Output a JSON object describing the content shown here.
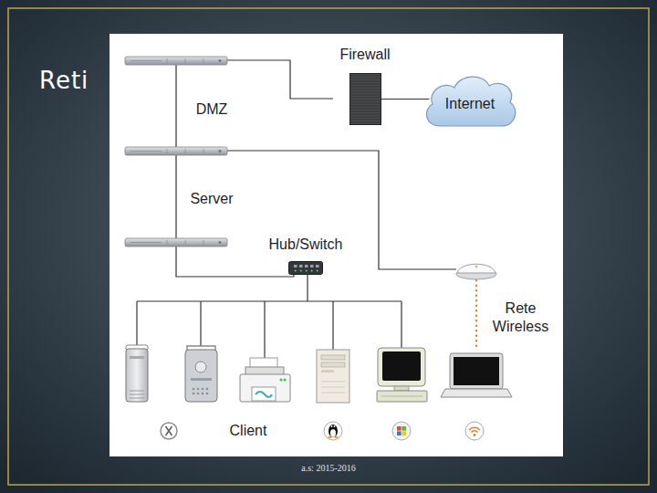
{
  "diagram": {
    "title": "Reti",
    "caption": "a.s: 2015-2016",
    "nodes": [
      {
        "text": [
          "Firewall"
        ]
      },
      {
        "text": [
          "Internet"
        ]
      },
      {
        "text": [
          "Hub/Switch"
        ]
      },
      {
        "text": [
          "Rete Wireless"
        ]
      }
    ],
    "edges": [
      {
        "from": 0,
        "to": 1,
        "arrow": "none"
      }
    ],
    "labels": [
      "DMZ",
      "Server",
      "Client"
    ]
  }
}
